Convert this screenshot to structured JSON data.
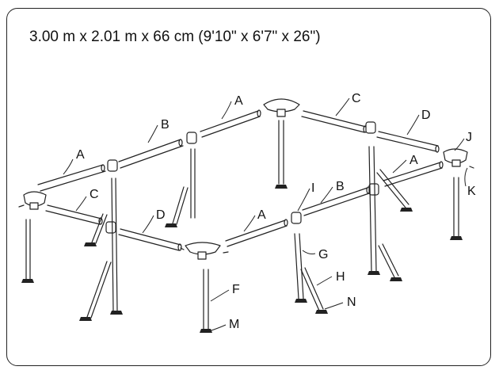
{
  "title": "3.00 m x 2.01 m x 66 cm (9'10\" x 6'7\" x 26\")",
  "labels": {
    "a": "A",
    "b": "B",
    "c": "C",
    "d": "D",
    "f": "F",
    "g": "G",
    "h": "H",
    "i": "I",
    "j": "J",
    "k": "K",
    "m": "M",
    "n": "N"
  }
}
